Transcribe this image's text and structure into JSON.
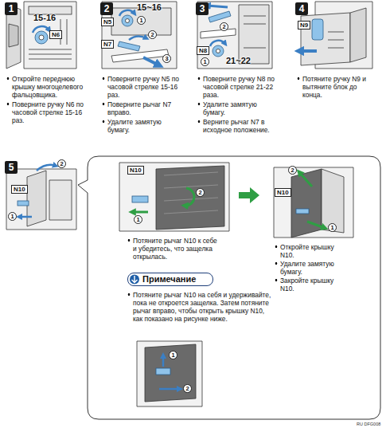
{
  "diagram": {
    "nodes": [
      {
        "text": [
          "1"
        ]
      },
      {
        "text": [
          "2"
        ]
      },
      {
        "text": [
          "3"
        ]
      },
      {
        "text": [
          "4"
        ]
      },
      {
        "text": [
          "5"
        ]
      },
      {
        "text": [
          "Потяните рычаг N10 к себе и убедитесь, что защелка открылась.",
          "Потяните рычаг N10 на себя и удерживайте, пока не откроется защелка. Затем потяните рычаг вправо, чтобы открыть крышку N10, как показано на рисунке ниже.",
          "Откройте крышку N10.",
          "Удалите замятую бумагу.",
          "Закройте крышку N10."
        ]
      },
      {
        "text": [
          "Примечание"
        ],
        "in": 5
      }
    ],
    "labels": [
      "15-16",
      "N6",
      "Откройте переднюю крышку многоцелевого фальцовщика.",
      "Поверните ручку N6 по часовой стрелке 15-16 раз.",
      "15~16",
      "N5",
      "1",
      "N7",
      "2",
      "3",
      "Поверните ручку N5 по часовой стрелке 15-16 раз.",
      "Поверните рычаг N7 вправо.",
      "Удалите замятую бумагу.",
      "N8",
      "2",
      "1",
      "21~22",
      "Поверните ручку N8 по часовой стрелке 21-22 раза.",
      "Удалите замятую бумагу.",
      "Верните рычаг N7 в исходное положение.",
      "N9",
      "Потяните ручку N9 и вытяните блок до конца.",
      "N10",
      "2",
      "1",
      "N10",
      "2",
      "1",
      "N10",
      "2",
      "1",
      "1",
      "2",
      "RU DFG008"
    ]
  }
}
